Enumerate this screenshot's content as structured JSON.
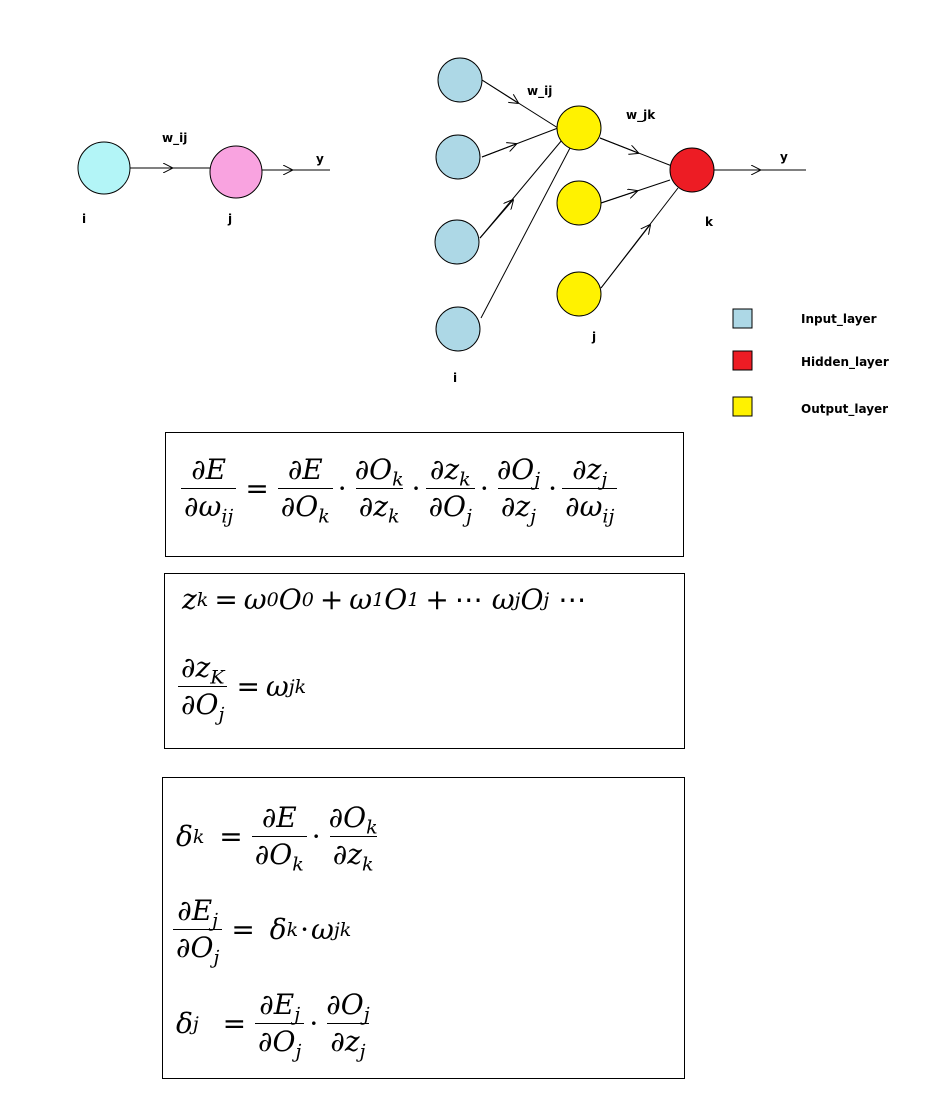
{
  "simple_net": {
    "weight_label": "w_ij",
    "output_label": "y",
    "node_i_label": "i",
    "node_j_label": "j"
  },
  "full_net": {
    "weight_ij_label": "w_ij",
    "weight_jk_label": "w_jk",
    "output_label": "y",
    "input_label": "i",
    "hidden_label": "j",
    "output_node_label": "k"
  },
  "legend": [
    {
      "label": "Input_layer",
      "color": "#add8e6"
    },
    {
      "label": "Hidden_layer",
      "color": "#ed1c24"
    },
    {
      "label": "Output_layer",
      "color": "#fff200"
    }
  ],
  "colors": {
    "input_node": "#add8e6",
    "simple_input_node": "#b3f5f7",
    "simple_hidden_node": "#f9a3e0",
    "hidden_node": "#fff200",
    "output_node": "#ed1c24"
  }
}
